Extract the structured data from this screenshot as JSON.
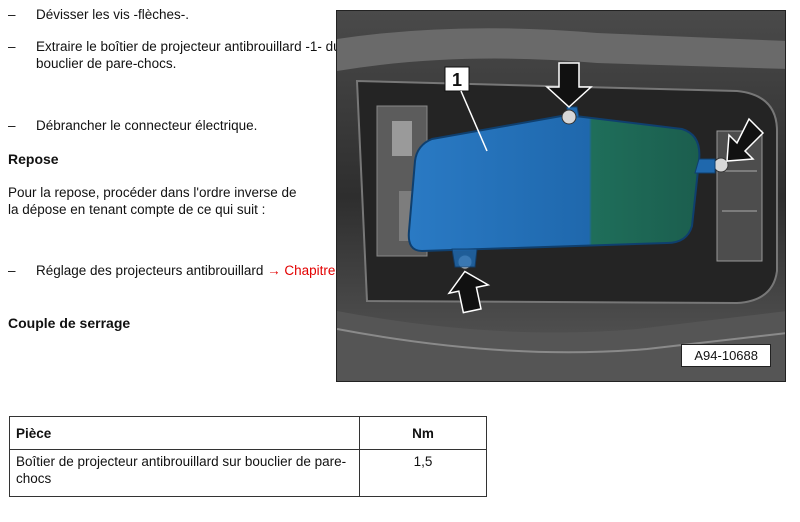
{
  "steps": {
    "dash": "–",
    "s1": "Dévisser les vis -flèches-.",
    "s2": "Extraire le boîtier de projecteur antibrouillard -1- du bouclier de pare-chocs.",
    "s3": "Débrancher le connecteur électrique."
  },
  "repose": {
    "heading": "Repose",
    "paragraph": "Pour la repose, procéder dans l'ordre inverse de la dépose en tenant compte de ce qui suit :",
    "step_text": "Réglage des projecteurs antibrouillard ",
    "step_link": "→ Chapitre",
    "step_end": "."
  },
  "couple": {
    "heading": "Couple de serrage"
  },
  "figure": {
    "callout": "1",
    "code": "A94-10688",
    "colors": {
      "housing": "#1f6fb8",
      "housing_dark": "#175a96",
      "lens_green": "#1f6e5a",
      "bumper": "#3a3a3a"
    }
  },
  "table": {
    "headers": {
      "piece": "Pièce",
      "nm": "Nm"
    },
    "rows": [
      {
        "piece": "Boîtier de projecteur antibrouillard sur bouclier de pare-chocs",
        "nm": "1,5"
      }
    ]
  }
}
